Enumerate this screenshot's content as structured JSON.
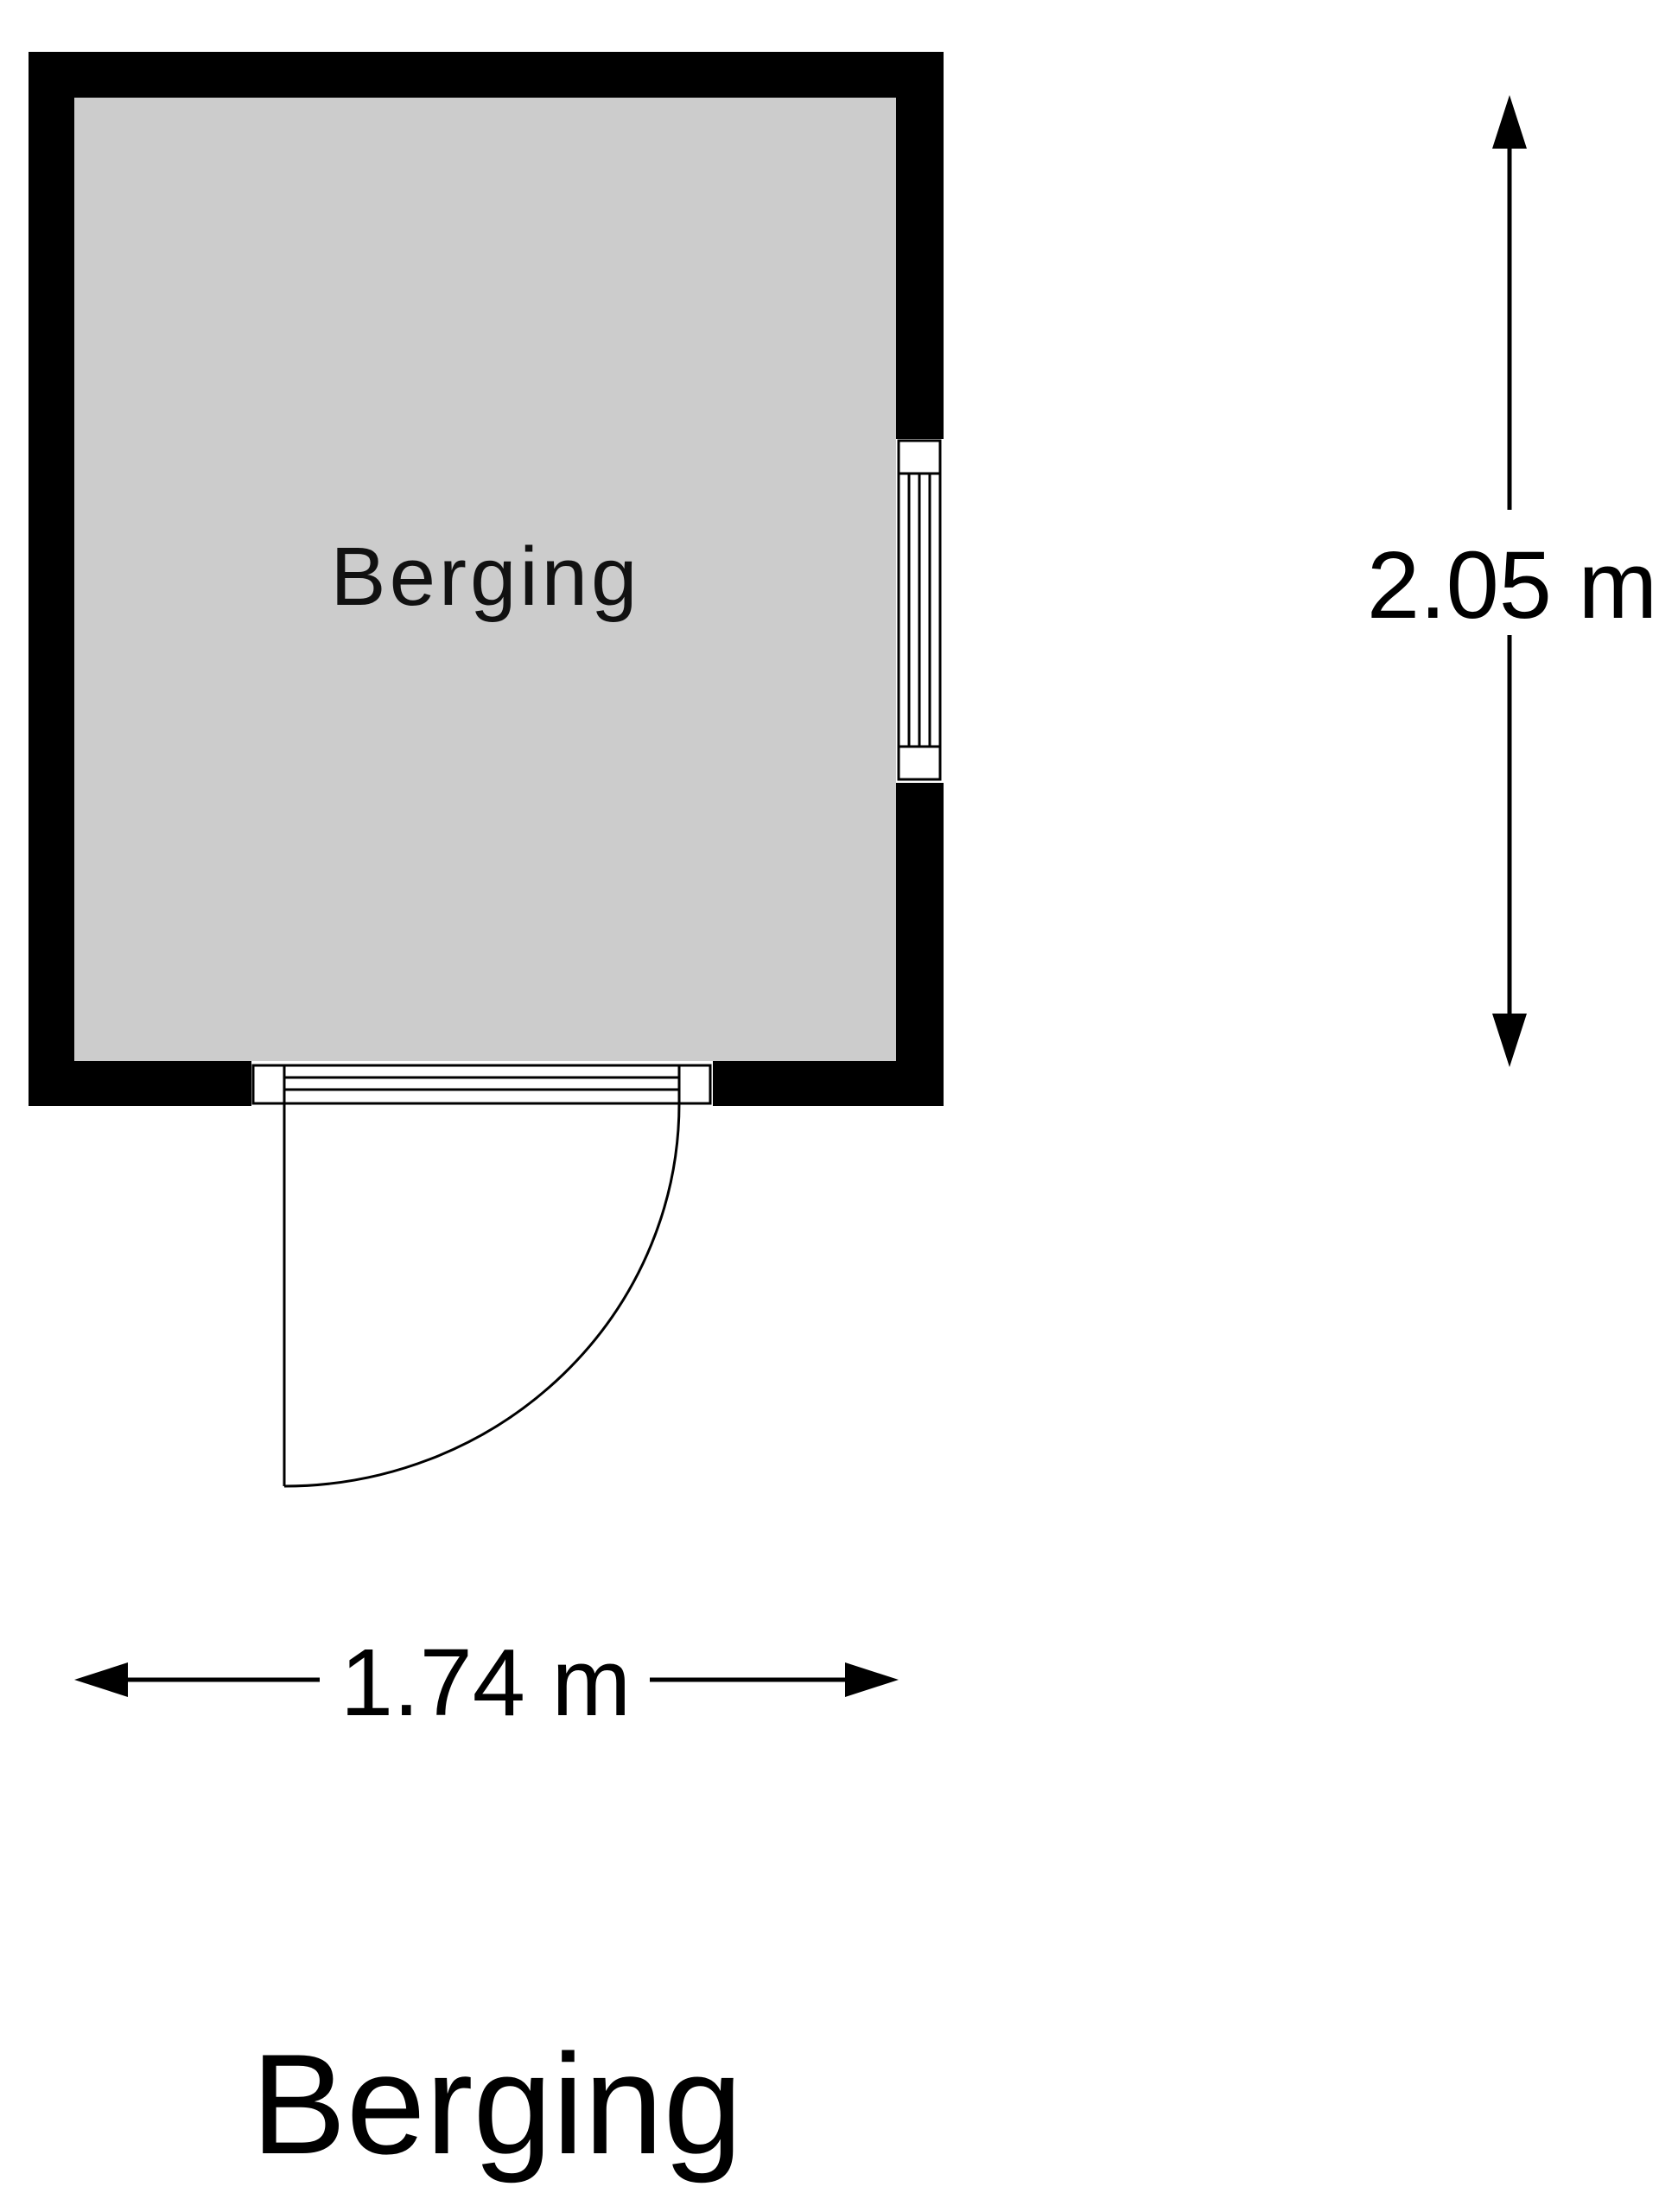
{
  "room": {
    "name": "Berging",
    "floor_color": "#cccccc",
    "wall_color": "#000000"
  },
  "dimensions": {
    "width_label": "1.74 m",
    "height_label": "2.05 m"
  },
  "title": "Berging"
}
